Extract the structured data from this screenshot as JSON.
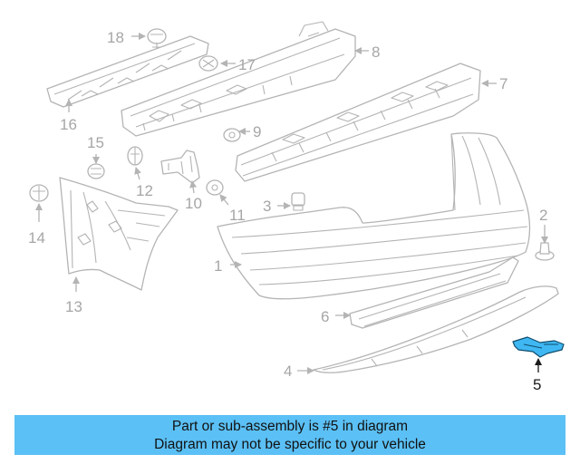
{
  "callouts": {
    "c1": "1",
    "c2": "2",
    "c3": "3",
    "c4": "4",
    "c5": "5",
    "c6": "6",
    "c7": "7",
    "c8": "8",
    "c9": "9",
    "c10": "10",
    "c11": "11",
    "c12": "12",
    "c13": "13",
    "c14": "14",
    "c15": "15",
    "c16": "16",
    "c17": "17",
    "c18": "18"
  },
  "highlight": {
    "part_number": "5",
    "color": "#3fb7f2"
  },
  "banner": {
    "line1": "Part or sub-assembly is #5 in diagram",
    "line2": "Diagram may not be specific to your vehicle",
    "background": "#5bc0f5"
  }
}
